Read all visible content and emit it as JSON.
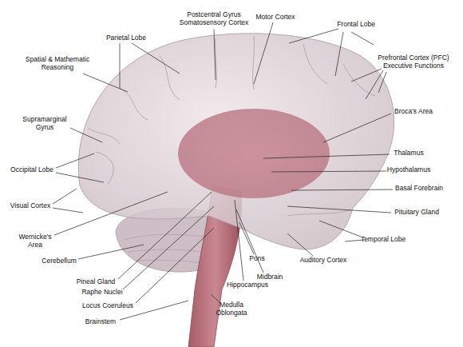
{
  "diagram": {
    "labels": [
      "Postcentral Gyrus Somatosensory Cortex",
      "Motor Cortex",
      "Frontal Lobe",
      "Parietal Lobe",
      "Prefrontal Cortex (PFC) Executive Functions",
      "Spatial & Mathematic Reasoning",
      "Broca's Area",
      "Supramarginal Gyrus",
      "Thalamus",
      "Occipital Lobe",
      "Hypothalamus",
      "Basal Forebrain",
      "Visual Cortex",
      "Pituitary Gland",
      "Wernicke's Area",
      "Temporal Lobe",
      "Cerebellum",
      "Auditory Cortex",
      "Pons",
      "Midbrain",
      "Pineal Gland",
      "Raphe Nuclei",
      "Hippocampus",
      "Locus Coeruleus",
      "Medulla Oblongata",
      "Brainstem"
    ]
  }
}
